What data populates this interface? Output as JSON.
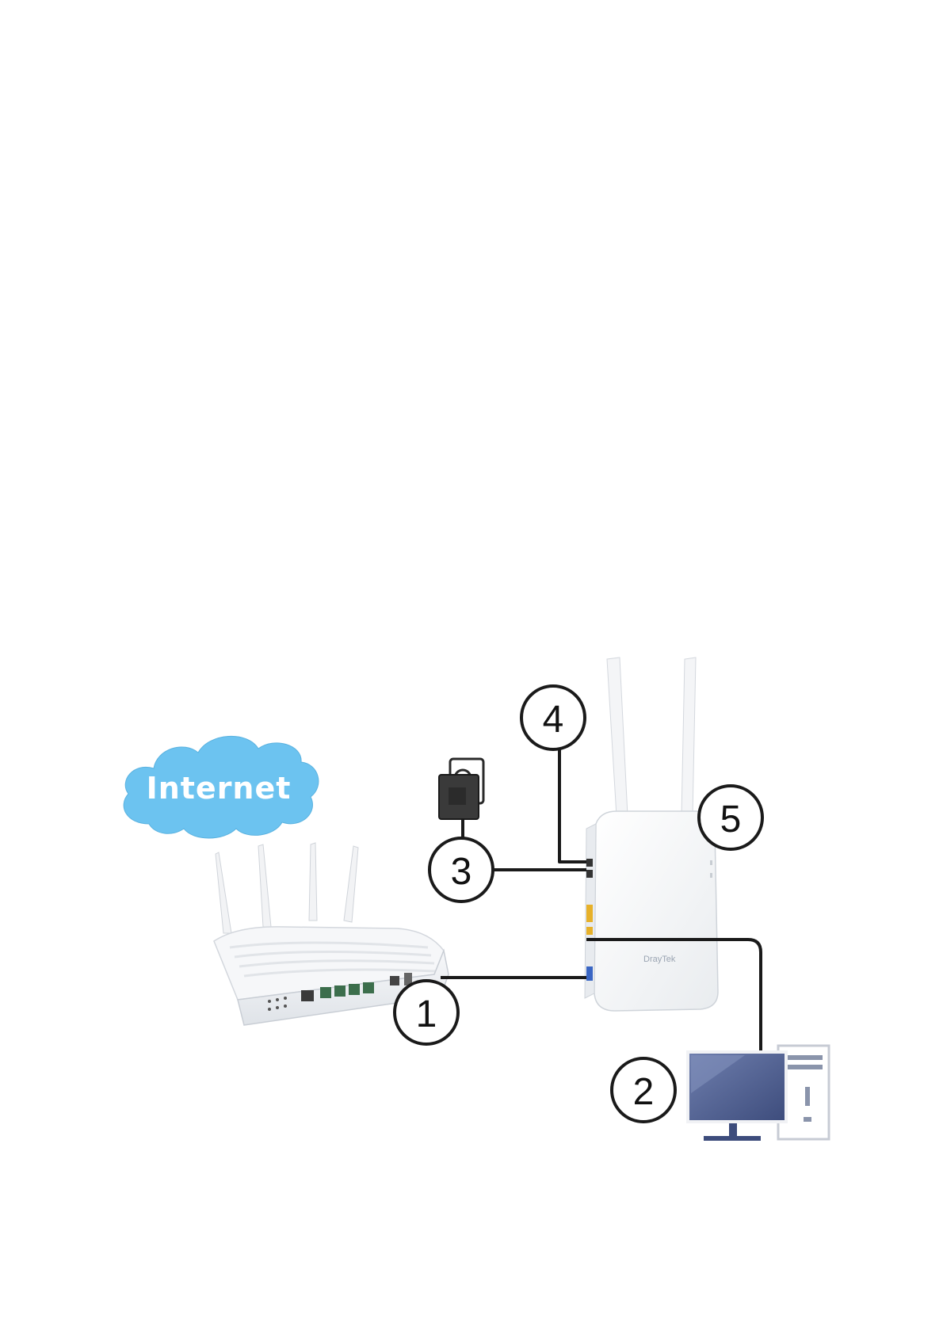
{
  "cloud": {
    "label": "Internet",
    "color": "#6cc3f0"
  },
  "callouts": [
    {
      "id": "1",
      "label": "1"
    },
    {
      "id": "2",
      "label": "2"
    },
    {
      "id": "3",
      "label": "3"
    },
    {
      "id": "4",
      "label": "4"
    },
    {
      "id": "5",
      "label": "5"
    }
  ],
  "devices": {
    "main_router_icon": "router-four-antenna-icon",
    "access_point_icon": "access-point-two-antenna-icon",
    "power_adapter_icon": "power-adapter-icon",
    "computer_icon": "desktop-computer-icon"
  },
  "colors": {
    "cable": "#1a1a1a",
    "monitor": "#4a5a8a",
    "device_body": "#f4f5f7"
  }
}
